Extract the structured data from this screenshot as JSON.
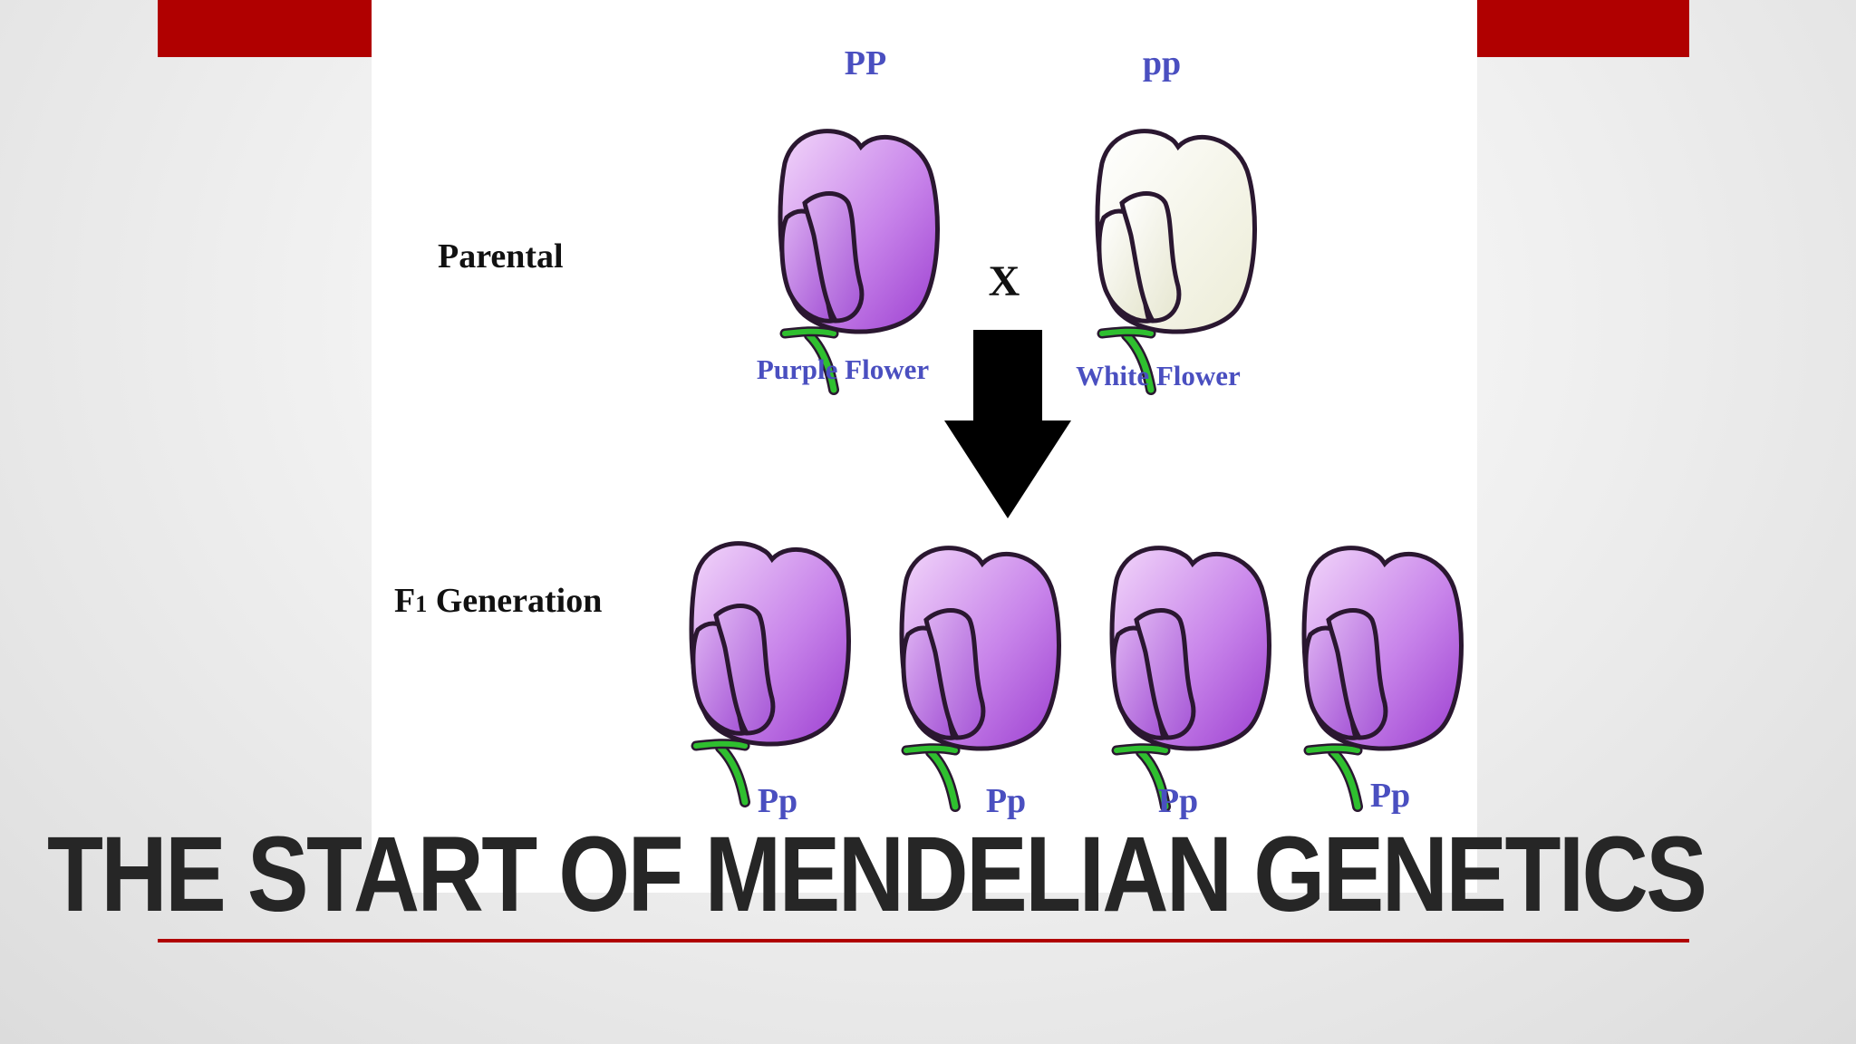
{
  "slide": {
    "title": "THE START OF MENDELIAN GENETICS",
    "accent_color": "#b00000",
    "title_color": "#262626"
  },
  "diagram": {
    "row_labels": {
      "parental": "Parental",
      "f1_sub": "1",
      "f1_rest": " Generation",
      "f1_prefix": "F"
    },
    "cross_symbol": "X",
    "parents": [
      {
        "genotype": "PP",
        "label": "Purple Flower",
        "color": "purple"
      },
      {
        "genotype": "pp",
        "label": "White Flower",
        "color": "white"
      }
    ],
    "offspring": [
      {
        "genotype": "Pp",
        "color": "purple"
      },
      {
        "genotype": "Pp",
        "color": "purple"
      },
      {
        "genotype": "Pp",
        "color": "purple"
      },
      {
        "genotype": "Pp",
        "color": "purple"
      }
    ],
    "colors": {
      "purple_light": "#eecbf7",
      "purple_dark": "#a54ad6",
      "white_light": "#ffffff",
      "white_dark": "#eeeed8",
      "stem": "#2fbf2f",
      "outline": "#2a1730",
      "genotype_text": "#4a4fc0"
    }
  }
}
